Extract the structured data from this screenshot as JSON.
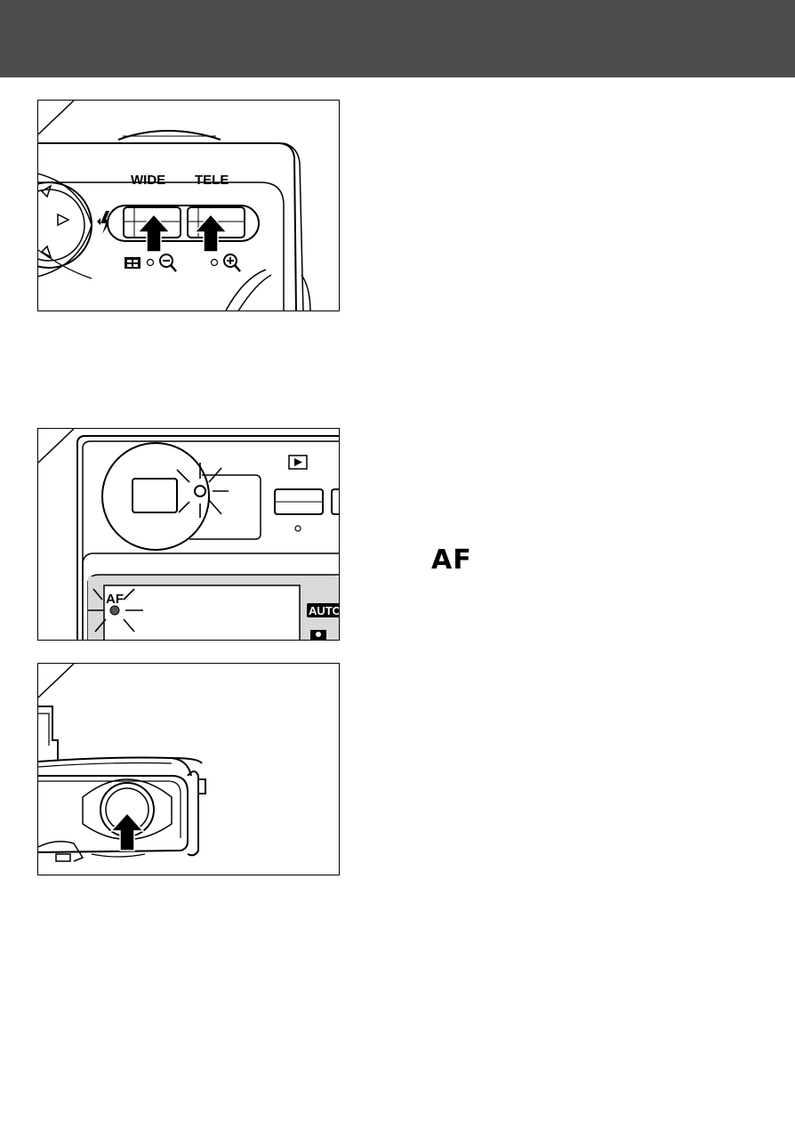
{
  "panel_zoom": {
    "wide_label": "WIDE",
    "tele_label": "TELE"
  },
  "panel_viewfinder": {
    "af_label": "AF",
    "auto_label": "AUTO"
  },
  "af_symbol": "AF",
  "colors": {
    "header": "#4d4d4d",
    "ink": "#000000",
    "lcd_gray": "#d9d9d9"
  }
}
